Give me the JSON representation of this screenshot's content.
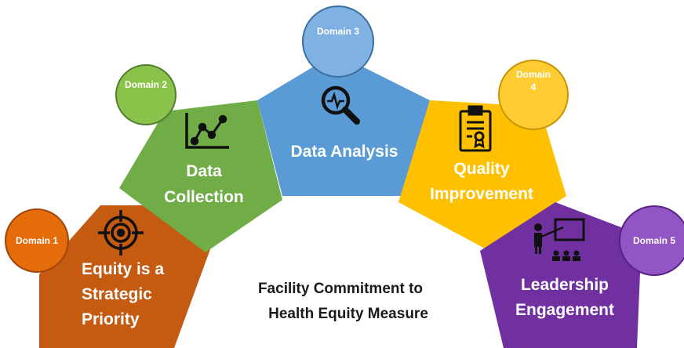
{
  "title": {
    "line1": "Facility Commitment to",
    "line2": "Health Equity Measure"
  },
  "domains": [
    {
      "badge": "Domain 1",
      "lines": [
        "Equity is a",
        "Strategic",
        "Priority"
      ],
      "color": "#c55a11",
      "badge_color": "#e46c0a",
      "icon": "target-icon"
    },
    {
      "badge": "Domain 2",
      "lines": [
        "Data",
        "Collection"
      ],
      "color": "#70ad47",
      "badge_color": "#8bc34a",
      "icon": "line-chart-icon"
    },
    {
      "badge": "Domain 3",
      "lines": [
        "Data Analysis"
      ],
      "color": "#5b9bd5",
      "badge_color": "#7fb1e3",
      "icon": "magnifier-pulse-icon"
    },
    {
      "badge_lines": [
        "Domain",
        "4"
      ],
      "lines": [
        "Quality",
        "Improvement"
      ],
      "color": "#ffc000",
      "badge_color": "#ffcc33",
      "icon": "clipboard-certificate-icon"
    },
    {
      "badge": "Domain 5",
      "lines": [
        "Leadership",
        "Engagement"
      ],
      "color": "#7030a0",
      "badge_color": "#9155c6",
      "icon": "presenter-icon"
    }
  ]
}
